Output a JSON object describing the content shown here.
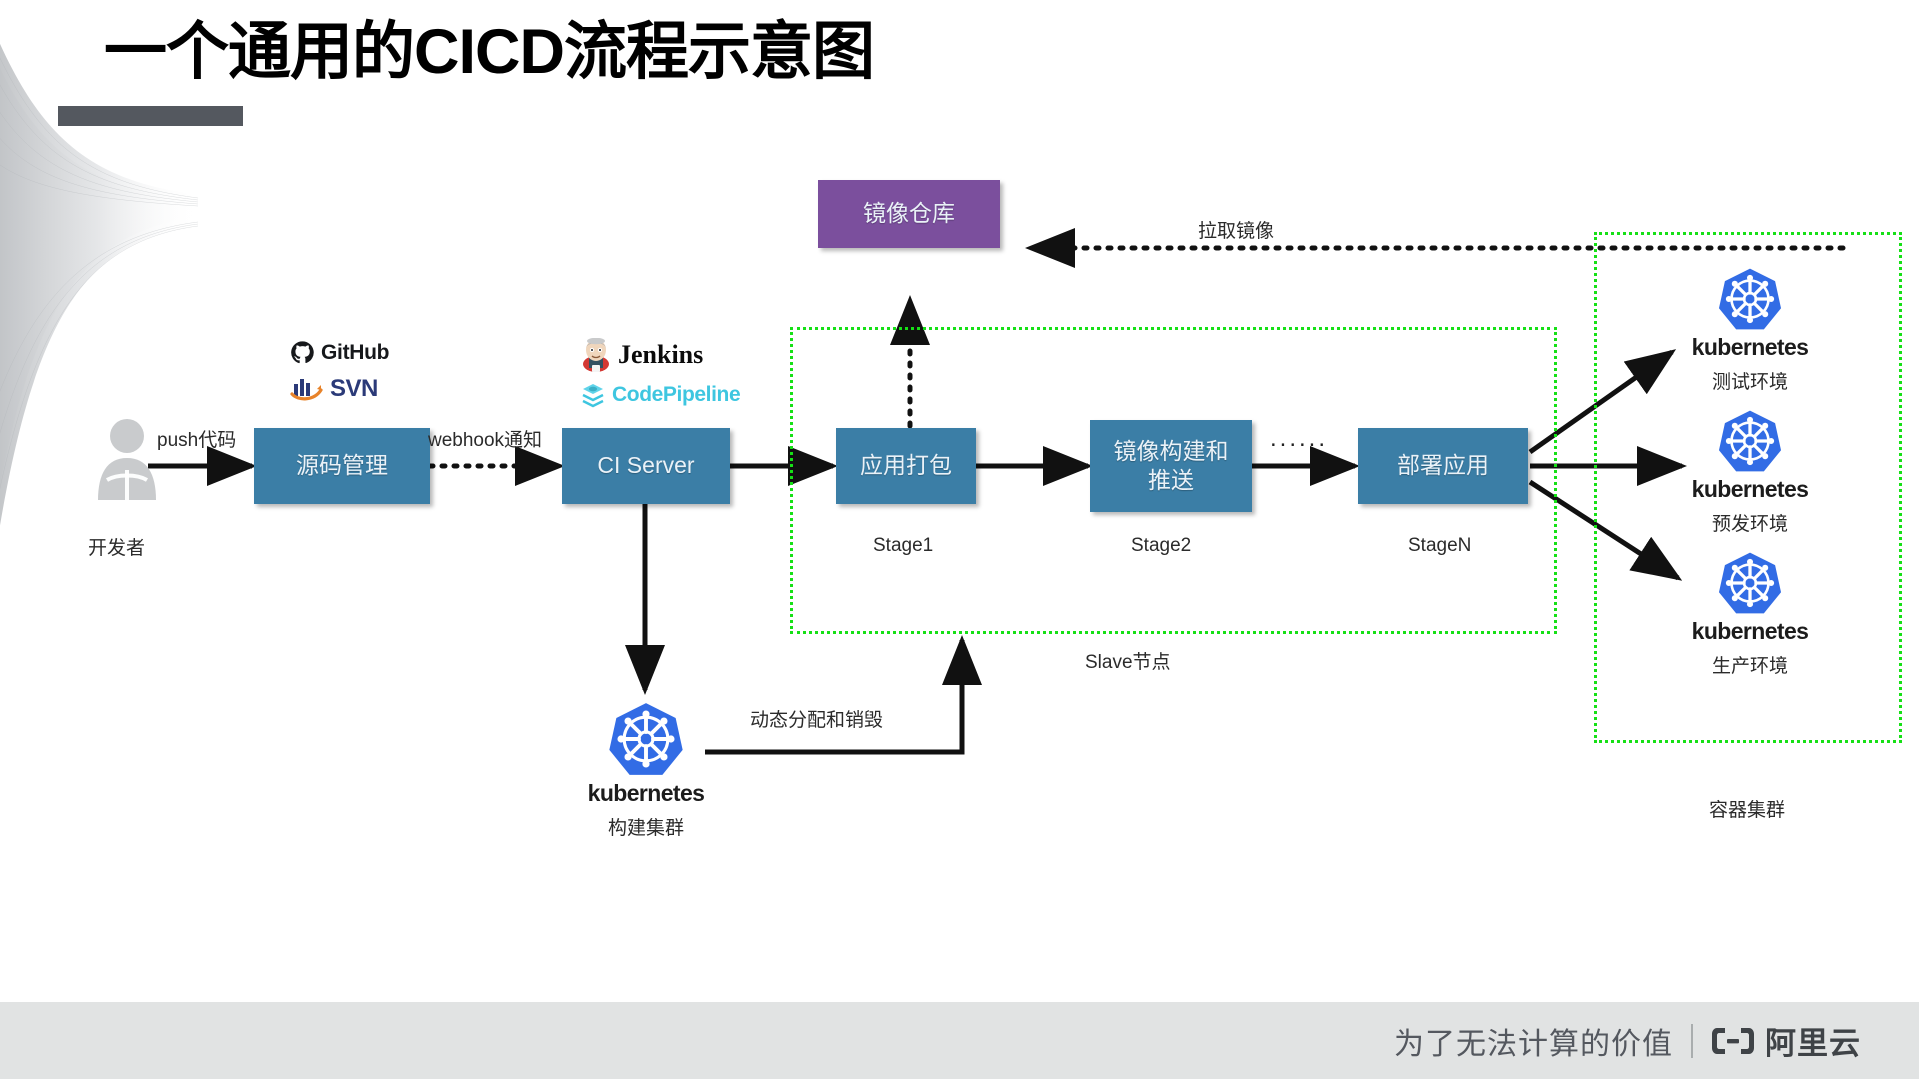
{
  "slide": {
    "title": "一个通用的CICD流程示意图",
    "accent_bar_color": "#54585f",
    "box_color": "#3b7ea6",
    "registry_color": "#7b4f9d",
    "green_dashed_color": "#16e016",
    "k8s_blue": "#326ce5"
  },
  "actors": {
    "developer_label": "开发者",
    "push_label": "push代码"
  },
  "scm": {
    "box_label": "源码管理",
    "tools": [
      {
        "name": "github-logo",
        "text": "GitHub"
      },
      {
        "name": "svn-logo",
        "text": "SVN"
      }
    ],
    "webhook_label": "webhook通知"
  },
  "ci": {
    "box_label": "CI Server",
    "tools": [
      {
        "name": "jenkins-logo",
        "text": "Jenkins"
      },
      {
        "name": "codepipeline-logo",
        "text": "CodePipeline"
      }
    ]
  },
  "registry": {
    "box_label": "镜像仓库",
    "pull_label": "拉取镜像"
  },
  "pipeline": {
    "region_label": "Slave节点",
    "ellipsis": "......",
    "stages": [
      {
        "box_label": "应用打包",
        "stage_label": "Stage1"
      },
      {
        "box_label": "镜像构建和\n推送",
        "stage_label": "Stage2"
      },
      {
        "box_label": "部署应用",
        "stage_label": "StageN"
      }
    ]
  },
  "build_cluster": {
    "logo_word": "kubernetes",
    "caption": "构建集群",
    "dynamic_label": "动态分配和销毁"
  },
  "container_cluster": {
    "region_label": "容器集群",
    "environments": [
      {
        "logo_word": "kubernetes",
        "caption": "测试环境"
      },
      {
        "logo_word": "kubernetes",
        "caption": "预发环境"
      },
      {
        "logo_word": "kubernetes",
        "caption": "生产环境"
      }
    ]
  },
  "footer": {
    "slogan": "为了无法计算的价值",
    "brand": "阿里云"
  }
}
